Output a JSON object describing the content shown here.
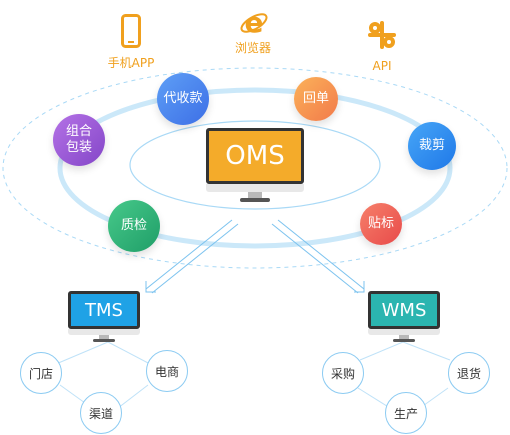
{
  "top_items": [
    {
      "icon": "mobile-phone-icon",
      "label": "手机APP"
    },
    {
      "icon": "ie-browser-icon",
      "label": "浏览器"
    },
    {
      "icon": "api-puzzle-icon",
      "label": "API"
    }
  ],
  "center": {
    "label": "OMS"
  },
  "bubbles": [
    {
      "label": "代收款",
      "color": "#4a86f0"
    },
    {
      "label": "回单",
      "color": "#f89a4c"
    },
    {
      "label": "组合\n包装",
      "color": "#9b59d6"
    },
    {
      "label": "裁剪",
      "color": "#2f8df0"
    },
    {
      "label": "质检",
      "color": "#2fb57b"
    },
    {
      "label": "贴标",
      "color": "#f06058"
    }
  ],
  "tms": {
    "label": "TMS",
    "color": "#1fa2e6",
    "nodes": [
      "门店",
      "电商",
      "渠道"
    ]
  },
  "wms": {
    "label": "WMS",
    "color": "#2bb5b0",
    "nodes": [
      "采购",
      "退货",
      "生产"
    ]
  },
  "colors": {
    "accent": "#f0a01e",
    "oms_screen": "#f4ab2a",
    "ring": "#a9d9f6"
  }
}
